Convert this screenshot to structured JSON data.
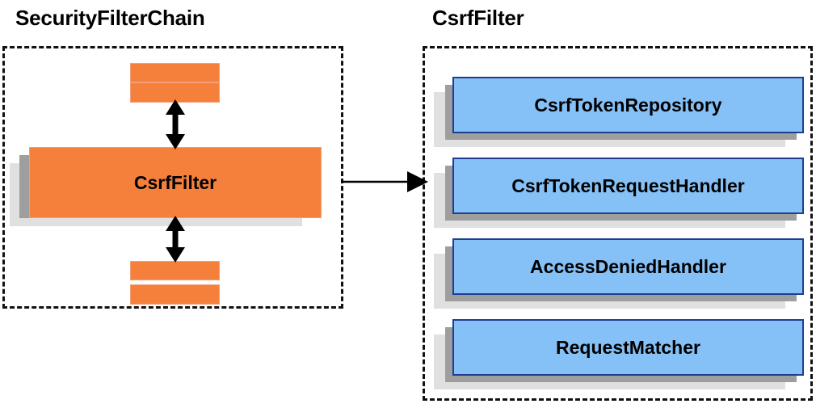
{
  "diagram": {
    "title_left": "SecurityFilterChain",
    "title_right": "CsrfFilter",
    "colors": {
      "orange_fill": "#F5803C",
      "blue_fill": "#85C1F7",
      "blue_border": "#1F3D8F",
      "shadow_mid": "#9E9E9E",
      "shadow_back": "#E0E0E0",
      "panel_border": "#111111",
      "arrow": "#000000",
      "text": "#000000"
    }
  },
  "left_panel": {
    "label": "SecurityFilterChain",
    "top_bars": [
      {
        "name": "filter-bar-top-1",
        "label": ""
      },
      {
        "name": "filter-bar-top-2",
        "label": ""
      }
    ],
    "main_node": {
      "label": "CsrfFilter"
    },
    "bottom_bars": [
      {
        "name": "filter-bar-bottom-1",
        "label": ""
      },
      {
        "name": "filter-bar-bottom-2",
        "label": ""
      }
    ]
  },
  "right_panel": {
    "label": "CsrfFilter",
    "components": [
      {
        "label": "CsrfTokenRepository"
      },
      {
        "label": "CsrfTokenRequestHandler"
      },
      {
        "label": "AccessDeniedHandler"
      },
      {
        "label": "RequestMatcher"
      }
    ]
  },
  "connectors": [
    {
      "name": "arrow-above-csrffilter",
      "type": "double-headed-vertical"
    },
    {
      "name": "arrow-below-csrffilter",
      "type": "double-headed-vertical"
    },
    {
      "name": "arrow-chain-to-detail",
      "type": "single-headed-horizontal"
    }
  ]
}
